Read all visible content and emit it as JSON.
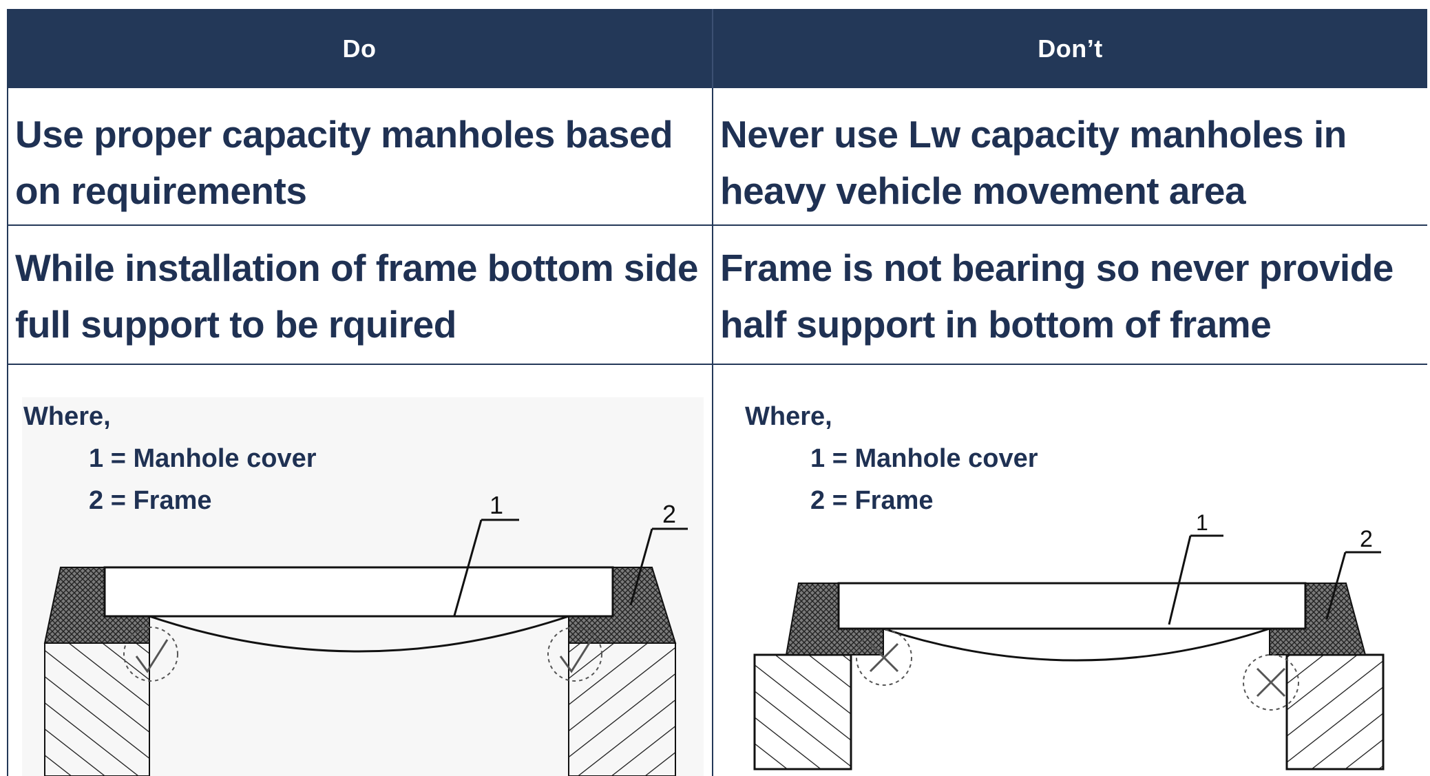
{
  "header": {
    "do": "Do",
    "dont": "Don’t"
  },
  "rows": [
    {
      "do": "Use proper capacity manholes based on requirements",
      "dont": "Never use Lw capacity manholes in heavy vehicle movement area"
    },
    {
      "do": "While installation of frame bottom side full support to be rquired",
      "dont": "Frame is not bearing so never provide half support in bottom of frame"
    }
  ],
  "figures": {
    "do": {
      "where": "Where,",
      "legend_1": "1 = Manhole cover",
      "legend_2": "2 = Frame",
      "callout_1": "1",
      "callout_2": "2",
      "mark_icon": "check-mark-icon"
    },
    "dont": {
      "where": "Where,",
      "legend_1": "1 = Manhole cover",
      "legend_2": "2 = Frame",
      "callout_1": "1",
      "callout_2": "2",
      "mark_icon": "cross-mark-icon"
    }
  },
  "colors": {
    "header_bg": "#233858",
    "text": "#1f3153",
    "figure_bg": "#f7f7f7"
  }
}
